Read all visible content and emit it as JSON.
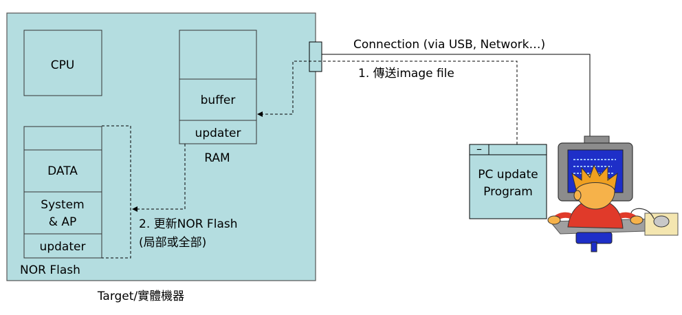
{
  "target": {
    "caption": "Target/實體機器",
    "cpu_label": "CPU",
    "ram": {
      "label": "RAM",
      "buffer_label": "buffer",
      "updater_label": "updater"
    },
    "nor_flash": {
      "label": "NOR Flash",
      "data_label": "DATA",
      "system_ap_line1": "System",
      "system_ap_line2": "& AP",
      "updater_label": "updater"
    }
  },
  "connection": {
    "label": "Connection (via USB, Network…)"
  },
  "steps": {
    "step1": "1. 傳送image file",
    "step2_line1": "2. 更新NOR Flash",
    "step2_line2": "(局部或全部)"
  },
  "pc_program": {
    "line1": "PC update",
    "line2": "Program",
    "minimize_glyph": "–"
  },
  "colors": {
    "board_fill": "#b4dde0",
    "board_stroke": "#555555",
    "line": "#000000",
    "monitor": "#8c8c8c",
    "screen": "#1e2fc8",
    "hair": "#f0a020",
    "skin": "#f6b24a",
    "shirt": "#e03a2a",
    "desk": "#a0a0a0"
  }
}
